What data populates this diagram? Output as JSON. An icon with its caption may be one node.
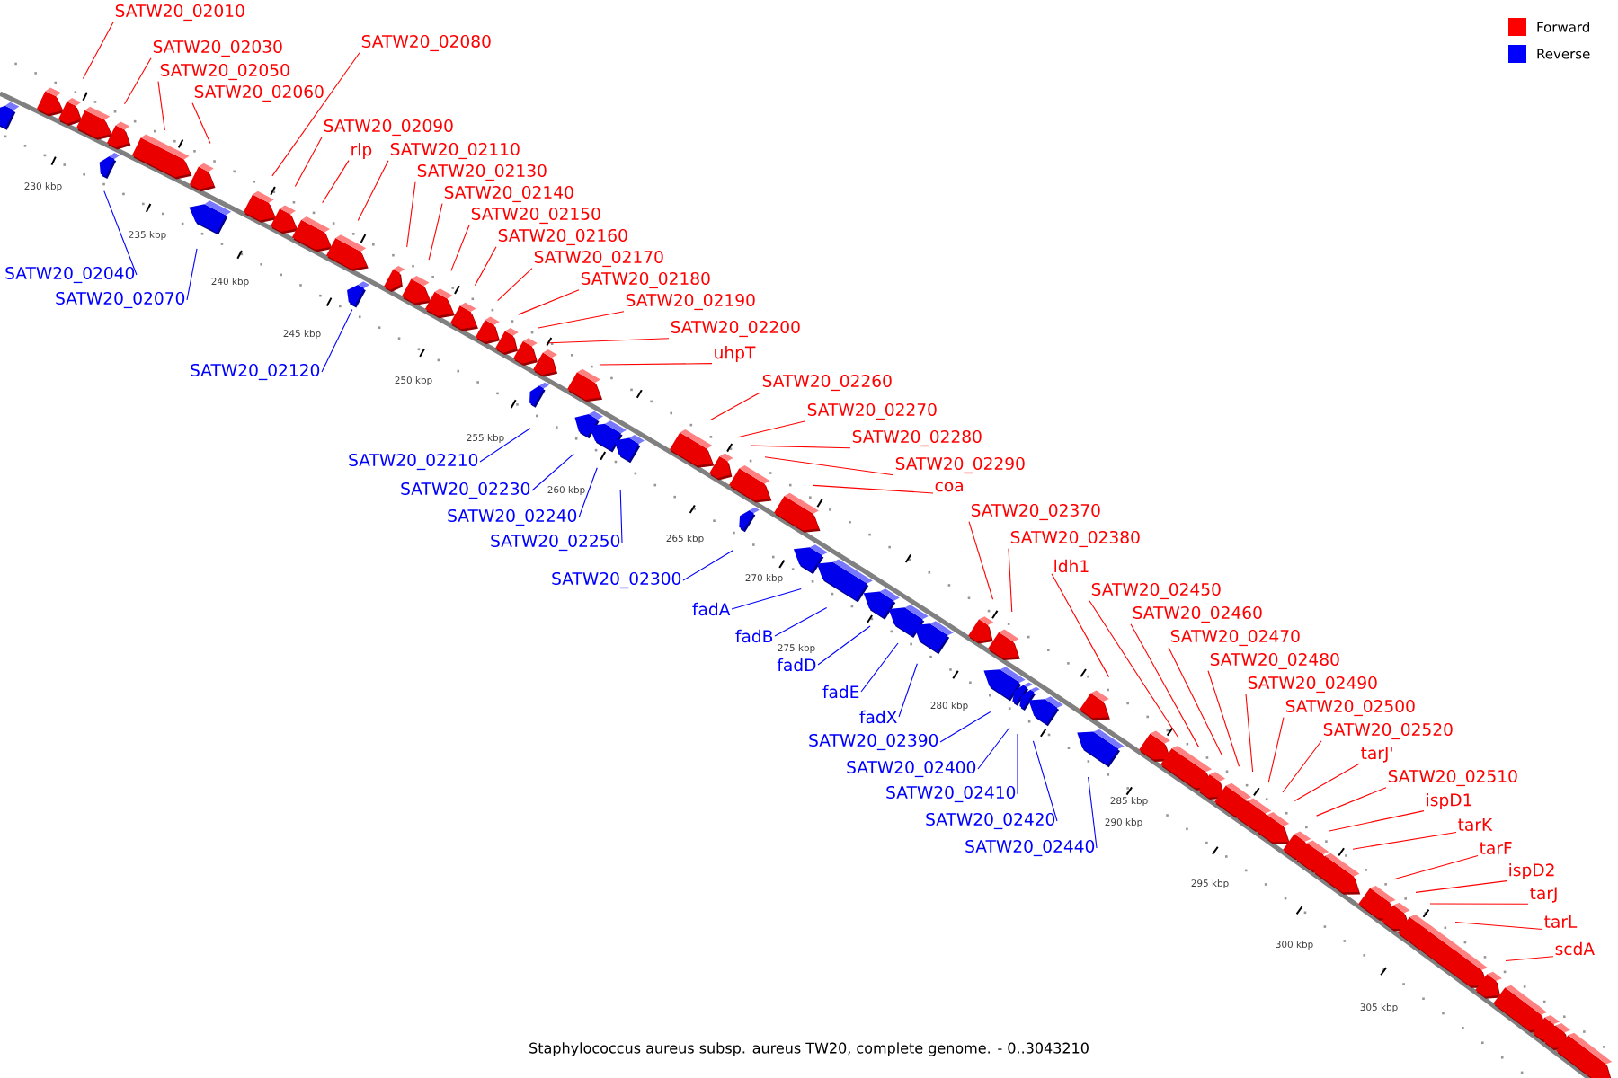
{
  "diagram": {
    "caption": "Staphylococcus aureus subsp. aureus TW20, complete genome. - 0..3043210",
    "nodes": [
      {
        "text": [
          "SATW20_02010"
        ]
      },
      {
        "text": [
          "SATW20_02030"
        ]
      },
      {
        "text": [
          "SATW20_02050"
        ]
      },
      {
        "text": [
          "SATW20_02060"
        ]
      },
      {
        "text": [
          "SATW20_02080"
        ]
      },
      {
        "text": [
          "SATW20_02090"
        ]
      },
      {
        "text": [
          "rlp"
        ]
      },
      {
        "text": [
          "SATW20_02110"
        ]
      },
      {
        "text": [
          "SATW20_02130"
        ]
      },
      {
        "text": [
          "SATW20_02150"
        ]
      },
      {
        "text": [
          "SATW20_02140"
        ]
      },
      {
        "text": [
          "SATW20_02160"
        ]
      },
      {
        "text": [
          "SATW20_02170"
        ]
      },
      {
        "text": [
          "SATW20_02180"
        ]
      },
      {
        "text": [
          "SATW20_02190"
        ]
      },
      {
        "text": [
          "SATW20_02200"
        ]
      },
      {
        "text": [
          "uhpT"
        ]
      },
      {
        "text": [
          "SATW20_02260"
        ]
      },
      {
        "text": [
          "SATW20_02270"
        ]
      },
      {
        "text": [
          "SATW20_02280"
        ]
      },
      {
        "text": [
          "SATW20_02290"
        ]
      },
      {
        "text": [
          "coa"
        ]
      },
      {
        "text": [
          "SATW20_02370"
        ]
      },
      {
        "text": [
          "SATW20_02380"
        ]
      },
      {
        "text": [
          "ldh1"
        ]
      },
      {
        "text": [
          "SATW20_02450"
        ]
      },
      {
        "text": [
          "SATW20_02460"
        ]
      },
      {
        "text": [
          "SATW20_02470"
        ]
      },
      {
        "text": [
          "SATW20_02480"
        ]
      },
      {
        "text": [
          "SATW20_02490"
        ]
      },
      {
        "text": [
          "SATW20_02500"
        ]
      },
      {
        "text": [
          "SATW20_02520"
        ]
      },
      {
        "text": [
          "tarJ'"
        ]
      },
      {
        "text": [
          "SATW20_02510"
        ]
      },
      {
        "text": [
          "ispD1"
        ]
      },
      {
        "text": [
          "tarK"
        ]
      },
      {
        "text": [
          "tarF"
        ]
      },
      {
        "text": [
          "ispD2"
        ]
      },
      {
        "text": [
          "tarJ"
        ]
      },
      {
        "text": [
          "tarL"
        ]
      },
      {
        "text": [
          "scdA"
        ]
      },
      {
        "text": [
          "SATW20_02040"
        ]
      },
      {
        "text": [
          "SATW20_02070"
        ]
      },
      {
        "text": [
          "SATW20_02120"
        ]
      },
      {
        "text": [
          "SATW20_02210"
        ]
      },
      {
        "text": [
          "SATW20_02230"
        ]
      },
      {
        "text": [
          "SATW20_02240"
        ]
      },
      {
        "text": [
          "SATW20_02250"
        ]
      },
      {
        "text": [
          "SATW20_02300"
        ]
      },
      {
        "text": [
          "fadA"
        ]
      },
      {
        "text": [
          "fadB"
        ]
      },
      {
        "text": [
          "fadD"
        ]
      },
      {
        "text": [
          "fadE"
        ]
      },
      {
        "text": [
          "fadX"
        ]
      },
      {
        "text": [
          "SATW20_02390"
        ]
      },
      {
        "text": [
          "SATW20_02400"
        ]
      },
      {
        "text": [
          "SATW20_02410"
        ]
      },
      {
        "text": [
          "SATW20_02420"
        ]
      },
      {
        "text": [
          "SATW20_02440"
        ]
      }
    ],
    "edges": [
      {
        "from": 0,
        "to": null,
        "arrow": "none"
      },
      {
        "from": 1,
        "to": null,
        "arrow": "none"
      },
      {
        "from": 2,
        "to": null,
        "arrow": "none"
      },
      {
        "from": 3,
        "to": null,
        "arrow": "none"
      },
      {
        "from": 4,
        "to": null,
        "arrow": "none"
      },
      {
        "from": 5,
        "to": null,
        "arrow": "none"
      },
      {
        "from": 6,
        "to": null,
        "arrow": "none"
      },
      {
        "from": 7,
        "to": null,
        "arrow": "none"
      },
      {
        "from": 8,
        "to": null,
        "arrow": "none"
      },
      {
        "from": 9,
        "to": null,
        "arrow": "none"
      },
      {
        "from": 10,
        "to": null,
        "arrow": "none"
      },
      {
        "from": 11,
        "to": null,
        "arrow": "none"
      },
      {
        "from": 12,
        "to": null,
        "arrow": "none"
      },
      {
        "from": 13,
        "to": null,
        "arrow": "none"
      },
      {
        "from": 14,
        "to": null,
        "arrow": "none"
      },
      {
        "from": 15,
        "to": null,
        "arrow": "none"
      },
      {
        "from": 16,
        "to": null,
        "arrow": "none"
      },
      {
        "from": 17,
        "to": null,
        "arrow": "none"
      },
      {
        "from": 18,
        "to": null,
        "arrow": "none"
      },
      {
        "from": 19,
        "to": null,
        "arrow": "none"
      },
      {
        "from": 20,
        "to": null,
        "arrow": "none"
      },
      {
        "from": 21,
        "to": null,
        "arrow": "none"
      },
      {
        "from": 22,
        "to": null,
        "arrow": "none"
      },
      {
        "from": 23,
        "to": null,
        "arrow": "none"
      },
      {
        "from": 24,
        "to": null,
        "arrow": "none"
      },
      {
        "from": 25,
        "to": null,
        "arrow": "none"
      },
      {
        "from": 26,
        "to": null,
        "arrow": "none"
      },
      {
        "from": 27,
        "to": null,
        "arrow": "none"
      },
      {
        "from": 28,
        "to": null,
        "arrow": "none"
      },
      {
        "from": 29,
        "to": null,
        "arrow": "none"
      },
      {
        "from": 30,
        "to": null,
        "arrow": "none"
      },
      {
        "from": 31,
        "to": null,
        "arrow": "none"
      },
      {
        "from": 32,
        "to": null,
        "arrow": "none"
      },
      {
        "from": 33,
        "to": null,
        "arrow": "none"
      },
      {
        "from": 34,
        "to": null,
        "arrow": "none"
      },
      {
        "from": 35,
        "to": null,
        "arrow": "none"
      },
      {
        "from": 36,
        "to": null,
        "arrow": "none"
      },
      {
        "from": 37,
        "to": null,
        "arrow": "none"
      },
      {
        "from": 38,
        "to": null,
        "arrow": "none"
      },
      {
        "from": 39,
        "to": null,
        "arrow": "none"
      },
      {
        "from": 40,
        "to": null,
        "arrow": "none"
      },
      {
        "from": 41,
        "to": null,
        "arrow": "none",
        "color": "#0000ff"
      },
      {
        "from": 42,
        "to": null,
        "arrow": "none",
        "color": "#0000ff"
      },
      {
        "from": 43,
        "to": null,
        "arrow": "none",
        "color": "#0000ff"
      },
      {
        "from": 44,
        "to": null,
        "arrow": "none",
        "color": "#0000ff"
      },
      {
        "from": 45,
        "to": null,
        "arrow": "none",
        "color": "#0000ff"
      },
      {
        "from": 46,
        "to": null,
        "arrow": "none",
        "color": "#0000ff"
      },
      {
        "from": 47,
        "to": null,
        "arrow": "none",
        "color": "#0000ff"
      },
      {
        "from": 48,
        "to": null,
        "arrow": "none",
        "color": "#0000ff"
      },
      {
        "from": 49,
        "to": null,
        "arrow": "none",
        "color": "#0000ff"
      },
      {
        "from": 50,
        "to": null,
        "arrow": "none",
        "color": "#0000ff"
      },
      {
        "from": 51,
        "to": null,
        "arrow": "none",
        "color": "#0000ff"
      },
      {
        "from": 52,
        "to": null,
        "arrow": "none",
        "color": "#0000ff"
      },
      {
        "from": 53,
        "to": null,
        "arrow": "none",
        "color": "#0000ff"
      },
      {
        "from": 54,
        "to": null,
        "arrow": "none",
        "color": "#0000ff"
      },
      {
        "from": 55,
        "to": null,
        "arrow": "none",
        "color": "#0000ff"
      },
      {
        "from": 56,
        "to": null,
        "arrow": "none",
        "color": "#0000ff"
      },
      {
        "from": 57,
        "to": null,
        "arrow": "none",
        "color": "#0000ff"
      },
      {
        "from": 58,
        "to": null,
        "arrow": "none",
        "color": "#0000ff"
      }
    ],
    "labels": [
      "230 kbp",
      "235 kbp",
      "240 kbp",
      "245 kbp",
      "250 kbp",
      "255 kbp",
      "260 kbp",
      "265 kbp",
      "270 kbp",
      "275 kbp",
      "280 kbp",
      "285 kbp",
      "290 kbp",
      "295 kbp",
      "300 kbp",
      "305 kbp"
    ],
    "legend": [
      {
        "text": "Forward",
        "color": "#ff0000"
      },
      {
        "text": "Reverse",
        "color": "#0000ff"
      }
    ]
  }
}
